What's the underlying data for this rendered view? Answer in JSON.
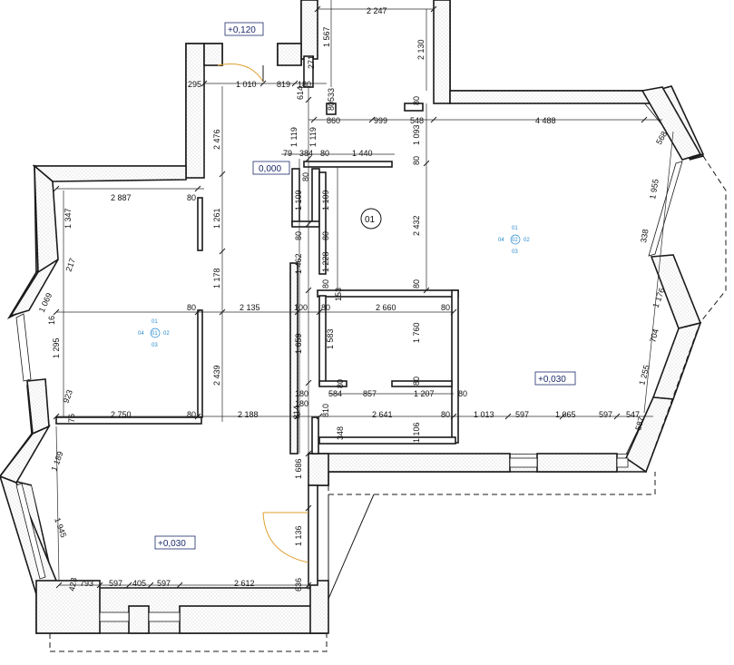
{
  "levels": {
    "top": "+0,120",
    "center": "0,000",
    "right": "+0,030",
    "bottom": "+0,030"
  },
  "room_marker": "01",
  "section_markers": {
    "left": {
      "top": "01",
      "left": "04",
      "center": "01",
      "right": "02",
      "bottom": "03"
    },
    "right": {
      "top": "01",
      "left": "04",
      "center": "02",
      "right": "02",
      "bottom": "03"
    }
  },
  "dimensions": {
    "d_2247": "2 247",
    "d_1567": "1 567",
    "d_2130": "2 130",
    "d_271": "271",
    "d_614": "614",
    "d_295": "295",
    "d_1010": "1 010",
    "d_819": "819",
    "d_180a": "180",
    "d_533": "533",
    "d_80a": "80",
    "d_80b": "80",
    "d_860": "860",
    "d_999": "999",
    "d_548": "548",
    "d_4488": "4 488",
    "d_1119a": "1 119",
    "d_1119b": "1 119",
    "d_1093": "1 093",
    "d_2476": "2 476",
    "d_568": "568",
    "d_79": "79",
    "d_384": "384",
    "d_80c": "80",
    "d_1440": "1 440",
    "d_80d": "80",
    "d_1955": "1 955",
    "d_2887": "2 887",
    "d_80e": "80",
    "d_80f": "80",
    "d_1109a": "1 109",
    "d_1109b": "1 109",
    "d_1347": "1 347",
    "d_1261": "1 261",
    "d_2432": "2 432",
    "d_338": "338",
    "d_80g": "80",
    "d_80h": "80",
    "d_1228": "1 228",
    "d_217": "217",
    "d_1178": "1 178",
    "d_1462": "1 462",
    "d_80i": "80",
    "d_153": "153",
    "d_80j": "80",
    "d_1176": "1 176",
    "d_1069": "1 069",
    "d_80k": "80",
    "d_2135": "2 135",
    "d_100": "100",
    "d_80l": "80",
    "d_2660": "2 660",
    "d_80m": "80",
    "d_16": "16",
    "d_1295": "1 295",
    "d_1659": "1 659",
    "d_1583": "1 583",
    "d_1760": "1 760",
    "d_704": "704",
    "d_2439": "2 439",
    "d_80n": "80",
    "d_80o": "80",
    "d_1255": "1 255",
    "d_923": "923",
    "d_180b": "180",
    "d_584": "584",
    "d_857": "857",
    "d_1207": "1 207",
    "d_80p": "80",
    "d_76": "76",
    "d_2750": "2 750",
    "d_80q": "80",
    "d_2188": "2 188",
    "d_814": "814",
    "d_180c": "180",
    "d_810": "810",
    "d_2641": "2 641",
    "d_80r": "80",
    "d_1013": "1 013",
    "d_597a": "597",
    "d_1065": "1 065",
    "d_597b": "597",
    "d_547": "547",
    "d_587": "587",
    "d_348": "348",
    "d_1106": "1 106",
    "d_1189": "1 189",
    "d_1686": "1 686",
    "d_1945": "1 945",
    "d_1136": "1 136",
    "d_423": "423",
    "d_793": "793",
    "d_597c": "597",
    "d_405": "405",
    "d_597d": "597",
    "d_2612": "2 612",
    "d_636": "636"
  }
}
